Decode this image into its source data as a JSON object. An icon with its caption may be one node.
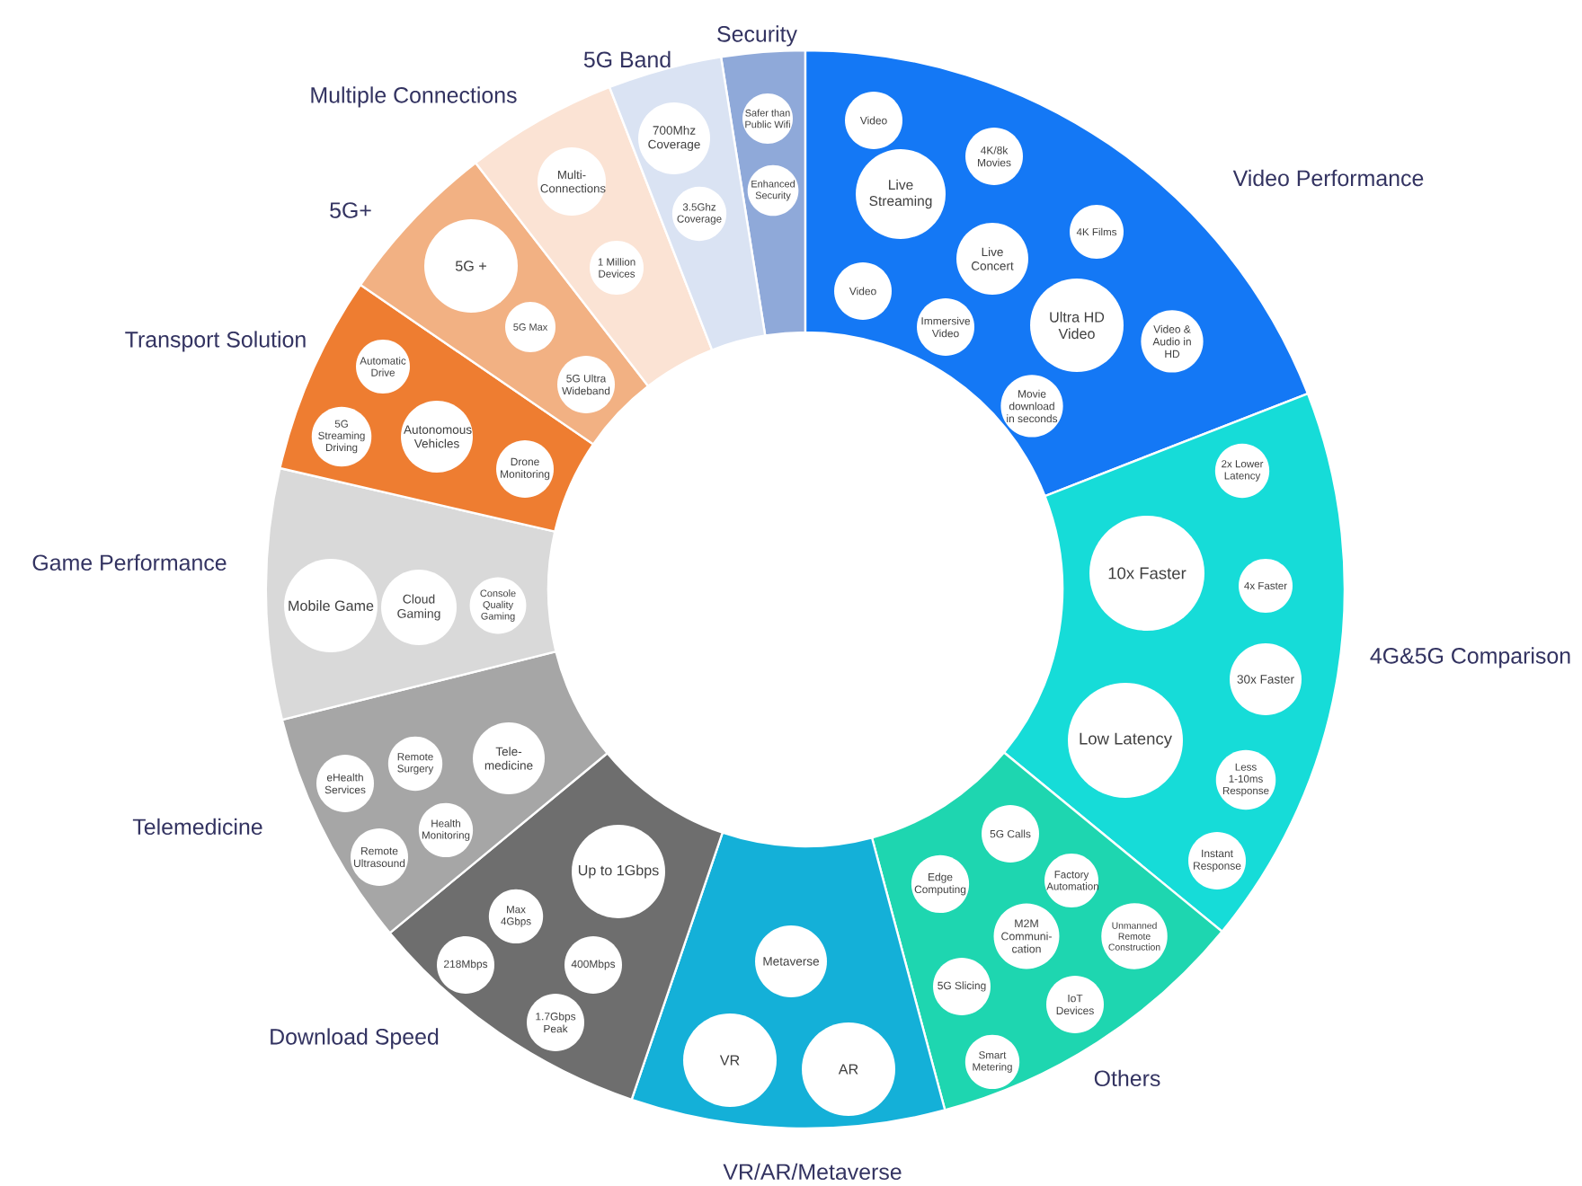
{
  "diagram": {
    "nodes": [
      {
        "text": [
          "Security"
        ]
      },
      {
        "text": [
          "Safer than Public Wifi"
        ],
        "in": 0
      },
      {
        "text": [
          "Enhanced Security"
        ],
        "in": 0
      },
      {
        "text": [
          "Video Performance"
        ]
      },
      {
        "text": [
          "Video"
        ],
        "in": 3
      },
      {
        "text": [
          "4K/8k Movies"
        ],
        "in": 3
      },
      {
        "text": [
          "Live Streaming"
        ],
        "in": 3
      },
      {
        "text": [
          "4K Films"
        ],
        "in": 3
      },
      {
        "text": [
          "Live Concert"
        ],
        "in": 3
      },
      {
        "text": [
          "Video"
        ],
        "in": 3
      },
      {
        "text": [
          "Immersive Video"
        ],
        "in": 3
      },
      {
        "text": [
          "Ultra HD Video"
        ],
        "in": 3
      },
      {
        "text": [
          "Video & Audio in HD"
        ],
        "in": 3
      },
      {
        "text": [
          "Movie download in seconds"
        ],
        "in": 3
      },
      {
        "text": [
          "4G&5G Comparison"
        ]
      },
      {
        "text": [
          "2x Lower Latency"
        ],
        "in": 14
      },
      {
        "text": [
          "10x Faster"
        ],
        "in": 14
      },
      {
        "text": [
          "4x Faster"
        ],
        "in": 14
      },
      {
        "text": [
          "30x Faster"
        ],
        "in": 14
      },
      {
        "text": [
          "Low Latency"
        ],
        "in": 14
      },
      {
        "text": [
          "Less 1-10ms Response"
        ],
        "in": 14
      },
      {
        "text": [
          "Instant Response"
        ],
        "in": 14
      },
      {
        "text": [
          "Others"
        ]
      },
      {
        "text": [
          "5G Calls"
        ],
        "in": 22
      },
      {
        "text": [
          "Edge Computing"
        ],
        "in": 22
      },
      {
        "text": [
          "Factory Automation"
        ],
        "in": 22
      },
      {
        "text": [
          "M2M Communi-cation"
        ],
        "in": 22
      },
      {
        "text": [
          "Unmanned Remote Construction"
        ],
        "in": 22
      },
      {
        "text": [
          "5G Slicing"
        ],
        "in": 22
      },
      {
        "text": [
          "IoT Devices"
        ],
        "in": 22
      },
      {
        "text": [
          "Smart Metering"
        ],
        "in": 22
      },
      {
        "text": [
          "VR/AR/Metaverse"
        ]
      },
      {
        "text": [
          "Metaverse"
        ],
        "in": 31
      },
      {
        "text": [
          "VR"
        ],
        "in": 31
      },
      {
        "text": [
          "AR"
        ],
        "in": 31
      },
      {
        "text": [
          "Download Speed"
        ]
      },
      {
        "text": [
          "Up to 1Gbps"
        ],
        "in": 35
      },
      {
        "text": [
          "Max 4Gbps"
        ],
        "in": 35
      },
      {
        "text": [
          "218Mbps"
        ],
        "in": 35
      },
      {
        "text": [
          "400Mbps"
        ],
        "in": 35
      },
      {
        "text": [
          "1.7Gbps Peak"
        ],
        "in": 35
      },
      {
        "text": [
          "Telemedicine"
        ]
      },
      {
        "text": [
          "eHealth Services"
        ],
        "in": 41
      },
      {
        "text": [
          "Remote Surgery"
        ],
        "in": 41
      },
      {
        "text": [
          "Tele-medicine"
        ],
        "in": 41
      },
      {
        "text": [
          "Health Monitoring"
        ],
        "in": 41
      },
      {
        "text": [
          "Remote Ultrasound"
        ],
        "in": 41
      },
      {
        "text": [
          "Game Performance"
        ]
      },
      {
        "text": [
          "Mobile Game"
        ],
        "in": 47
      },
      {
        "text": [
          "Cloud Gaming"
        ],
        "in": 47
      },
      {
        "text": [
          "Console Quality Gaming"
        ],
        "in": 47
      },
      {
        "text": [
          "Transport Solution"
        ]
      },
      {
        "text": [
          "Automatic Drive"
        ],
        "in": 51
      },
      {
        "text": [
          "5G Streaming Driving"
        ],
        "in": 51
      },
      {
        "text": [
          "Autonomous Vehicles"
        ],
        "in": 51
      },
      {
        "text": [
          "Drone Monitoring"
        ],
        "in": 51
      },
      {
        "text": [
          "5G+"
        ]
      },
      {
        "text": [
          "5G +"
        ],
        "in": 56
      },
      {
        "text": [
          "5G Max"
        ],
        "in": 56
      },
      {
        "text": [
          "5G Ultra Wideband"
        ],
        "in": 56
      },
      {
        "text": [
          "Multiple Connections"
        ]
      },
      {
        "text": [
          "Multi-Connections"
        ],
        "in": 60
      },
      {
        "text": [
          "1 Million Devices"
        ],
        "in": 60
      },
      {
        "text": [
          "5G Band"
        ]
      },
      {
        "text": [
          "700Mhz Coverage"
        ],
        "in": 63
      },
      {
        "text": [
          "3.5Ghz Coverage"
        ],
        "in": 63
      }
    ]
  }
}
